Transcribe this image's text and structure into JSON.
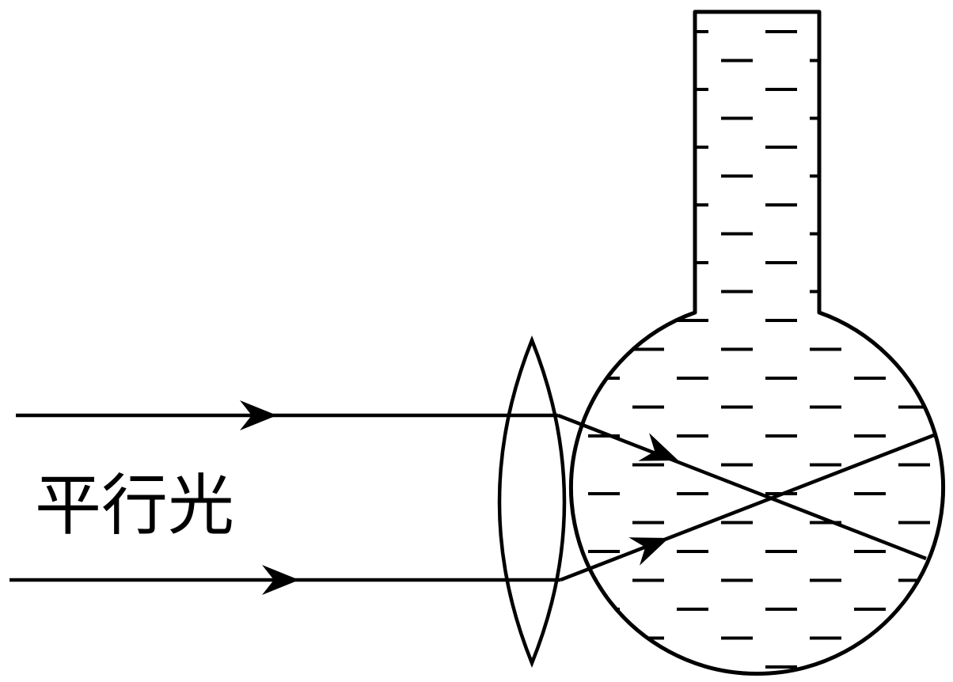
{
  "diagram": {
    "label": "平行光",
    "colors": {
      "stroke": "#000000",
      "background": "#ffffff",
      "liquid_dash": "#000000"
    },
    "elements": {
      "incoming_rays": 2,
      "lens": "convex-lens",
      "flask": "round-bottom-flask-filled-with-liquid"
    }
  }
}
